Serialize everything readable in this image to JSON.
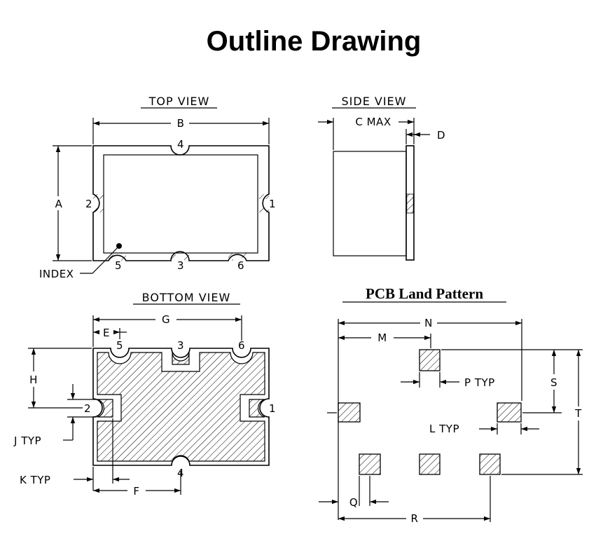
{
  "title": "Outline Drawing",
  "views": {
    "top": "TOP VIEW",
    "side": "SIDE VIEW",
    "bottom": "BOTTOM VIEW",
    "pcb": "PCB Land Pattern"
  },
  "dims": {
    "A": "A",
    "B": "B",
    "C": "C MAX",
    "D": "D",
    "E": "E",
    "F": "F",
    "G": "G",
    "H": "H",
    "J": "J TYP",
    "K": "K TYP",
    "L": "L TYP",
    "M": "M",
    "N": "N",
    "P": "P TYP",
    "Q": "Q",
    "R": "R",
    "S": "S",
    "T": "T"
  },
  "index_label": "INDEX",
  "pins": {
    "top": [
      "1",
      "2",
      "3",
      "4",
      "5",
      "6"
    ],
    "bottom": [
      "1",
      "2",
      "3",
      "4",
      "5",
      "6"
    ]
  }
}
